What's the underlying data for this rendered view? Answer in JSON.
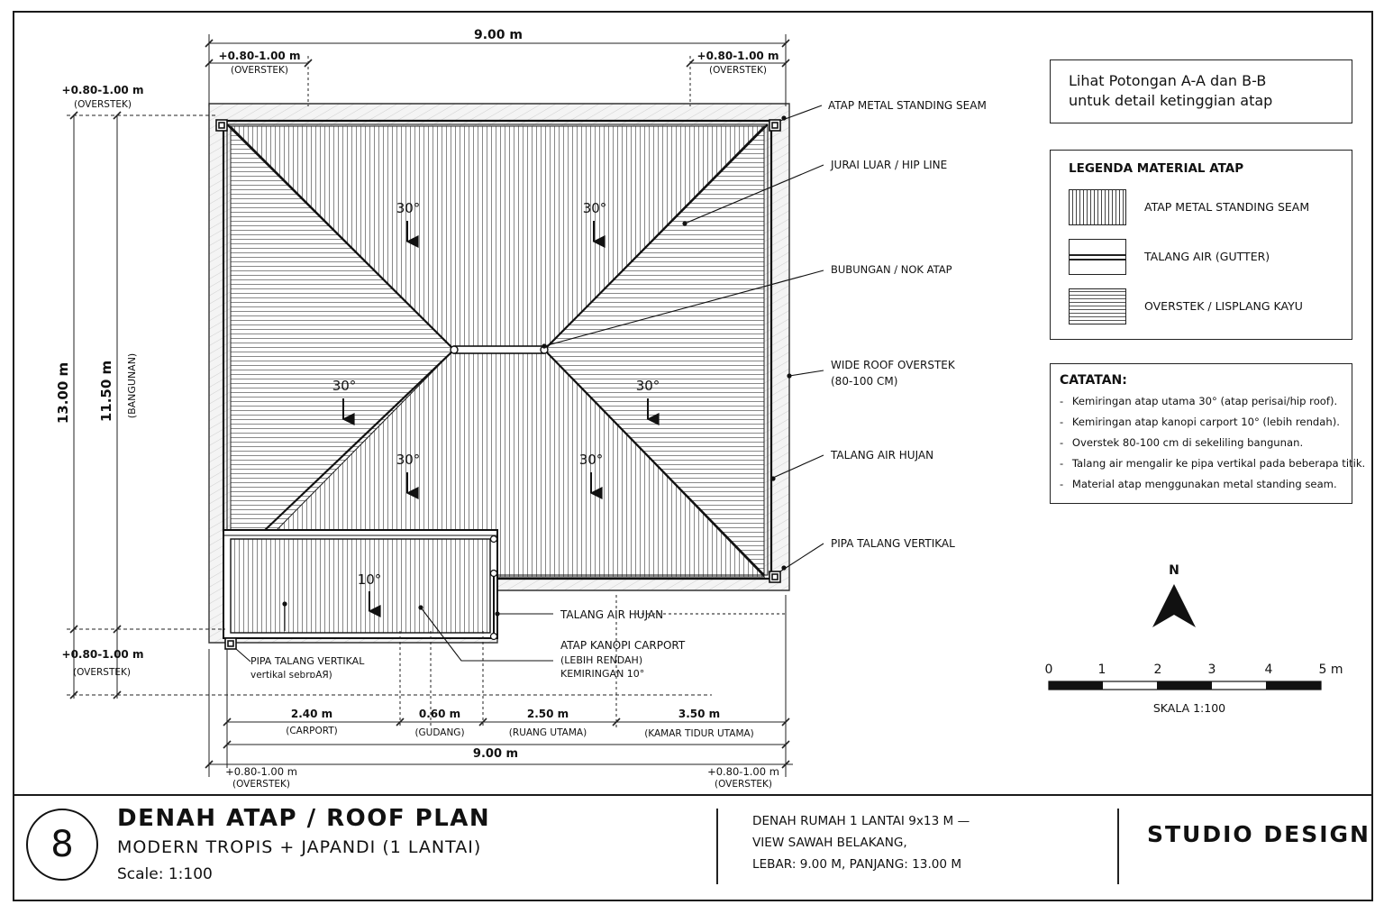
{
  "dimensions": {
    "top_total": "9.00 m",
    "top_left_overhang": "+0.80-1.00 m",
    "top_left_overhang_note": "(OVERSTEK)",
    "top_right_overhang": "+0.80-1.00 m",
    "top_right_overhang_note": "(OVERSTEK)",
    "left_top_overhang": "+0.80-1.00 m",
    "left_top_overhang_note": "(OVERSTEK)",
    "left_total": "13.00 m",
    "left_building": "11.50 m",
    "left_building_note": "(BANGUNAN)",
    "left_bottom_overhang": "+0.80-1.00 m",
    "left_bottom_overhang_note": "(OVERSTEK)",
    "bottom_segments": [
      {
        "value": "2.40 m",
        "label": "(CARPORT)"
      },
      {
        "value": "0.60 m",
        "label": "(GUDANG)"
      },
      {
        "value": "2.50 m",
        "label": "(RUANG UTAMA)"
      },
      {
        "value": "3.50 m",
        "label": "(KAMAR TIDUR UTAMA)"
      }
    ],
    "bottom_total": "9.00 m",
    "bottom_left_overhang": "+0.80-1.00 m",
    "bottom_left_overhang_note": "(OVERSTEK)",
    "bottom_right_overhang": "+0.80-1.00 m",
    "bottom_right_overhang_note": "(OVERSTEK)"
  },
  "slopes": {
    "main": "30°",
    "carport": "10°"
  },
  "callouts": {
    "standing_seam": "ATAP METAL STANDING SEAM",
    "hip_line": "JURAI LUAR / HIP LINE",
    "ridge": "BUBUNGAN / NOK ATAP",
    "wide_overhang_1": "WIDE ROOF OVERSTEK",
    "wide_overhang_2": "(80-100 CM)",
    "gutter_right": "TALANG AIR HUJAN",
    "downpipe_right": "PIPA TALANG VERTIKAL",
    "gutter_carport": "TALANG AIR HUJAN",
    "carport_roof_1": "ATAP KANOPI CARPORT",
    "carport_roof_2": "(LEBIH RENDAH)",
    "carport_roof_3": "KEMIRINGAN 10°",
    "downpipe_left_1": "PIPA TALANG VERTIKAL",
    "downpipe_left_2": "vertikal sebrɒAЯ)"
  },
  "reference_note": {
    "line1": "Lihat Potongan A-A dan B-B",
    "line2": "untuk detail ketinggian atap"
  },
  "legend": {
    "title": "LEGENDA MATERIAL ATAP",
    "items": [
      {
        "label": "ATAP METAL STANDING SEAM"
      },
      {
        "label": "TALANG AIR (GUTTER)"
      },
      {
        "label": "OVERSTEK / LISPLANG KAYU"
      }
    ]
  },
  "notes": {
    "title": "CATATAN:",
    "items": [
      "Kemiringan atap utama 30° (atap perisai/hip roof).",
      "Kemiringan atap kanopi carport 10° (lebih rendah).",
      "Overstek 80-100 cm di sekeliling bangunan.",
      "Talang air mengalir ke pipa vertikal pada beberapa titik.",
      "Material atap menggunakan metal standing seam."
    ]
  },
  "north": "N",
  "scale_bar": {
    "ticks": [
      "0",
      "1",
      "2",
      "3",
      "4",
      "5 m"
    ],
    "label": "SKALA 1:100"
  },
  "title_block": {
    "sheet_number": "8",
    "title": "DENAH ATAP / ROOF PLAN",
    "subtitle": "MODERN TROPIS + JAPANDI (1 LANTAI)",
    "scale": "Scale:  1:100",
    "description_1": "DENAH RUMAH 1 LANTAI 9x13 M —",
    "description_2": "VIEW SAWAH BELAKANG,",
    "description_3": "LEBAR: 9.00 M, PANJANG: 13.00 M",
    "studio": "STUDIO DESIGN"
  }
}
